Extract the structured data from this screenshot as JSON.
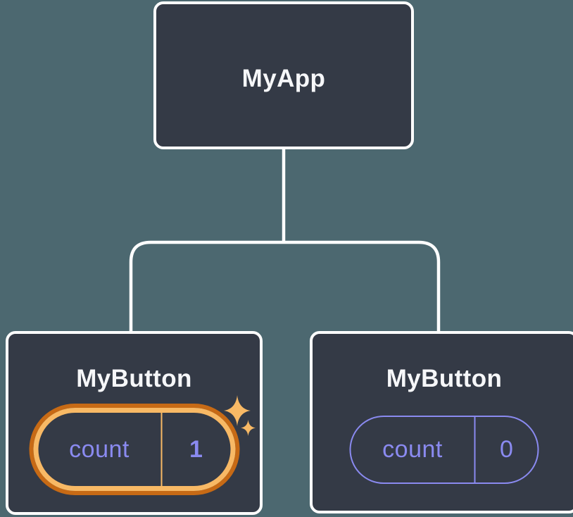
{
  "diagram": {
    "description": "Component tree with isolated state",
    "root": {
      "label": "MyApp"
    },
    "children": [
      {
        "label": "MyButton",
        "state_name": "count",
        "state_value": "1",
        "highlighted": true
      },
      {
        "label": "MyButton",
        "state_name": "count",
        "state_value": "0",
        "highlighted": false
      }
    ]
  },
  "colors": {
    "background": "#4C6870",
    "node_fill": "#343A46",
    "node_border": "#FFFFFF",
    "title_text": "#F6F7F9",
    "state_accent_purple": "#8A8AF0",
    "highlight_orange_light": "#F8B965",
    "highlight_orange_dark": "#C76A15",
    "connector": "#FFFFFF"
  },
  "icons": {
    "sparkle_large": "sparkle-icon",
    "sparkle_small": "sparkle-icon"
  }
}
